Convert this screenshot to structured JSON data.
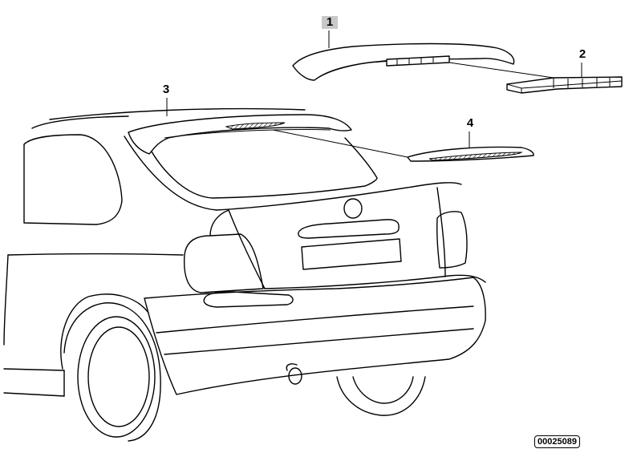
{
  "diagram": {
    "callouts": [
      {
        "id": "1",
        "selected": true
      },
      {
        "id": "2",
        "selected": false
      },
      {
        "id": "3",
        "selected": false
      },
      {
        "id": "4",
        "selected": false
      }
    ],
    "reference_number": "00025089"
  }
}
